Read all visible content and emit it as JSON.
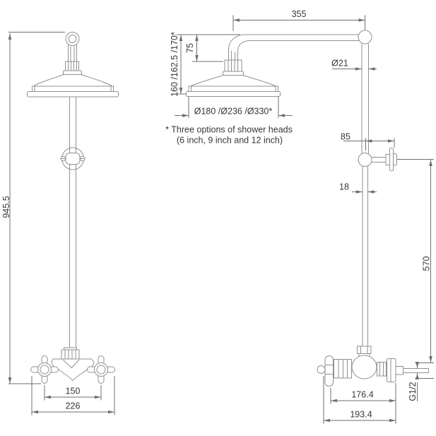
{
  "drawing": {
    "dimensions": {
      "overall_height": "945.5",
      "arm_reach": "355",
      "arm_to_head_bottom": "160 /162.5 /170*",
      "arm_to_head_top": "75",
      "head_diameters": "Ø180 /Ø236 /Ø330*",
      "riser_upper_diameter": "Ø21",
      "wall_bracket_offset": "85",
      "riser_lower_diameter": "18",
      "bracket_to_outlet": "570",
      "valve_face_to_wall": "176.4",
      "valve_overall_depth": "193.4",
      "handle_centres": "150",
      "valve_overall_width": "226",
      "outlet_thread": "G1/2"
    },
    "footnote": {
      "line1": "* Three options of shower heads",
      "line2": "(6 inch, 9 inch and 12 inch)"
    },
    "colors": {
      "fixture_line": "#919191",
      "dimension_line": "#6f6f6f",
      "text": "#383838"
    }
  }
}
